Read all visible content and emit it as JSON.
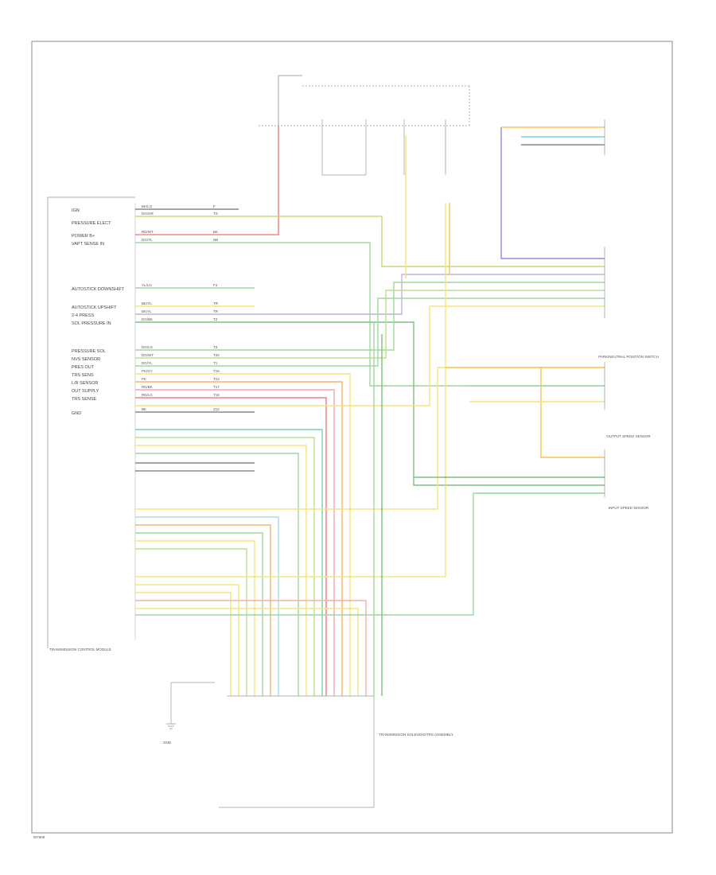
{
  "diagram": {
    "left_pins": [
      {
        "label": "IGN",
        "wire": "BK/LG",
        "code": "F"
      },
      {
        "label": "PRESSURE ELECT",
        "wire": "DG/OR",
        "code": "TS"
      },
      {
        "label": "POWER B+",
        "wire": "RD/WT",
        "code": "BK"
      },
      {
        "label": "VAPT SENSE IN",
        "wire": "DG/YL",
        "code": "NB"
      },
      {
        "label": "AUTOSTICK DOWNSHIFT",
        "wire": "YL/LG",
        "code": "F3"
      },
      {
        "label": "AUTOSTICK UPSHIFT",
        "wire": "BK/YL",
        "code": "TR"
      },
      {
        "label": "2-4 PRESS",
        "wire": "BK/YL",
        "code": "TR"
      },
      {
        "label": "SOL PRESSURE IN",
        "wire": "DG/BK",
        "code": "T2"
      },
      {
        "label": "PRESSURE SOL",
        "wire": "DG/LG",
        "code": "T3"
      },
      {
        "label": "NVS SENSOR",
        "wire": "DG/WT",
        "code": "T20"
      },
      {
        "label": "PRES OUT",
        "wire": "DG/YL",
        "code": "T1"
      },
      {
        "label": "TRS SENS",
        "wire": "PK/GY",
        "code": "T15"
      },
      {
        "label": "L/R SENSOR",
        "wire": "PK",
        "code": "T13"
      },
      {
        "label": "OUT SUPPLY",
        "wire": "RD/BK",
        "code": "T17"
      },
      {
        "label": "TRS SENSE",
        "wire": "RD/LG",
        "code": "T16"
      },
      {
        "label": "GND",
        "wire": "BK",
        "code": "Z12"
      }
    ],
    "right_components": [
      {
        "label": "PARK/NEUTRAL POSITION SWITCH"
      },
      {
        "label": "OUTPUT SPEED SENSOR"
      },
      {
        "label": "INPUT SPEED SENSOR"
      }
    ],
    "bottom_connector_label": "TRANSMISSION SOLENOID/TRS ASSEMBLY",
    "module_label": "TRANSMISSION CONTROL MODULE",
    "ground_label": "GND",
    "corner_code": "W7668"
  }
}
